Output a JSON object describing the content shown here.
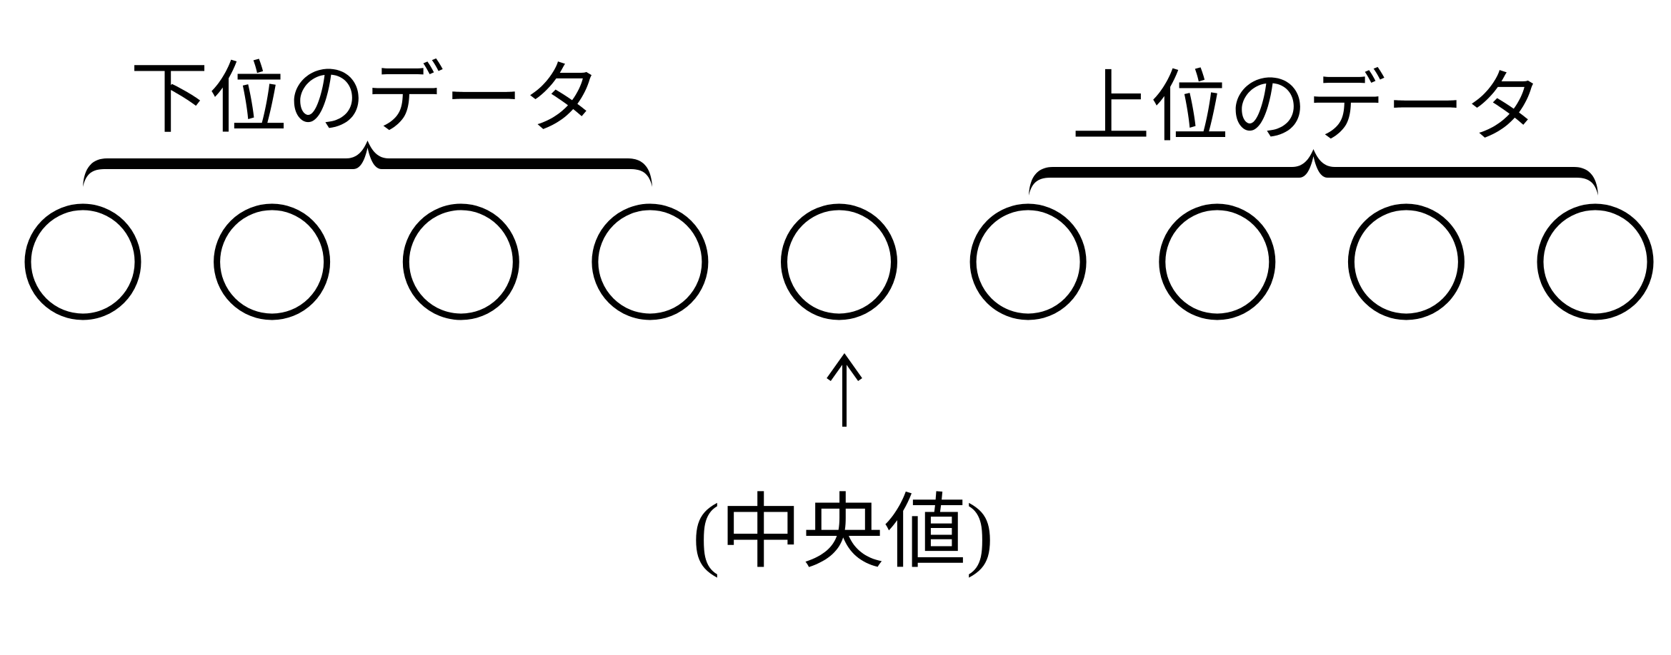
{
  "diagram": {
    "background_color": "#ffffff",
    "line_color": "#000000",
    "lower_group": {
      "label": "下位のデータ",
      "count": 4
    },
    "upper_group": {
      "label": "上位のデータ",
      "count": 4
    },
    "median": {
      "label": "(中央値)",
      "pointer_icon": "up-arrow"
    },
    "circles": {
      "total": 9,
      "median_index": 4
    }
  }
}
